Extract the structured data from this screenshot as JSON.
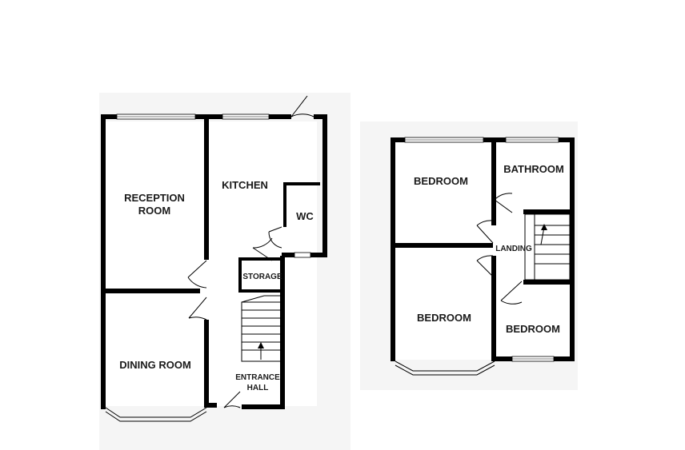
{
  "ground_floor": {
    "rooms": {
      "reception": [
        "RECEPTION",
        "ROOM"
      ],
      "kitchen": "KITCHEN",
      "wc": "WC",
      "storage": "STORAGE",
      "dining": "DINING ROOM",
      "entrance": [
        "ENTRANCE",
        "HALL"
      ]
    }
  },
  "first_floor": {
    "rooms": {
      "bedroom_1": "BEDROOM",
      "bathroom": "BATHROOM",
      "landing": "LANDING",
      "bedroom_2": "BEDROOM",
      "bedroom_3": "BEDROOM"
    }
  },
  "colors": {
    "wall": "#000000",
    "background": "#ffffff",
    "shadow": "#f3f3f3"
  }
}
